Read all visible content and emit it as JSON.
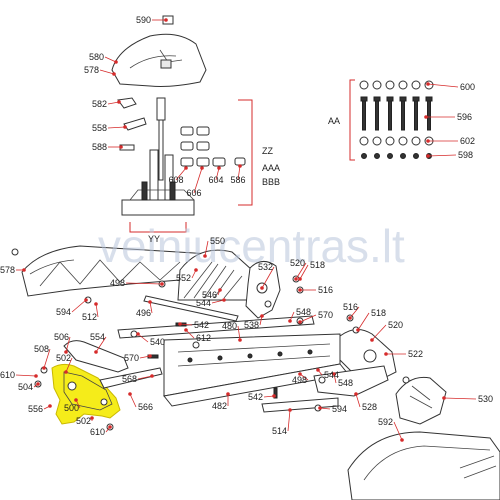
{
  "watermark": "veiniucentras.lt",
  "colors": {
    "callout": "#d62b2b",
    "highlight": "#f5ec1a",
    "line": "#333333",
    "watermark": "#b9c6dc"
  },
  "callouts": {
    "c590": "590",
    "c580": "580",
    "c578a": "578",
    "c582": "582",
    "c558": "558",
    "c588": "588",
    "c608": "608",
    "c606": "606",
    "c604": "604",
    "c586": "586",
    "c600": "600",
    "c596": "596",
    "c602": "602",
    "c598": "598",
    "c550": "550",
    "c578b": "578",
    "c498a": "498",
    "c552": "552",
    "c546": "546",
    "c544a": "544",
    "c532": "532",
    "c520a": "520",
    "c518a": "518",
    "c516a": "516",
    "c594a": "594",
    "c512": "512",
    "c496": "496",
    "c548a": "548",
    "c538": "538",
    "c570a": "570",
    "c542a": "542",
    "c612": "612",
    "c480": "480",
    "c540": "540",
    "c516b": "516",
    "c518b": "518",
    "c520b": "520",
    "c522": "522",
    "c506": "506",
    "c508": "508",
    "c502a": "502",
    "c554": "554",
    "c610a": "610",
    "c504": "504",
    "c570b": "570",
    "c568": "568",
    "c566": "566",
    "c500": "500",
    "c556": "556",
    "c502b": "502",
    "c610b": "610",
    "c482": "482",
    "c542b": "542",
    "c498b": "498",
    "c548b": "548",
    "c544b": "544",
    "c528": "528",
    "c530": "530",
    "c514": "514",
    "c594b": "594",
    "c592": "592"
  },
  "group_labels": {
    "aa": "AA",
    "zz": "ZZ",
    "aaa": "AAA",
    "bbb": "BBB",
    "yy": "YY"
  }
}
